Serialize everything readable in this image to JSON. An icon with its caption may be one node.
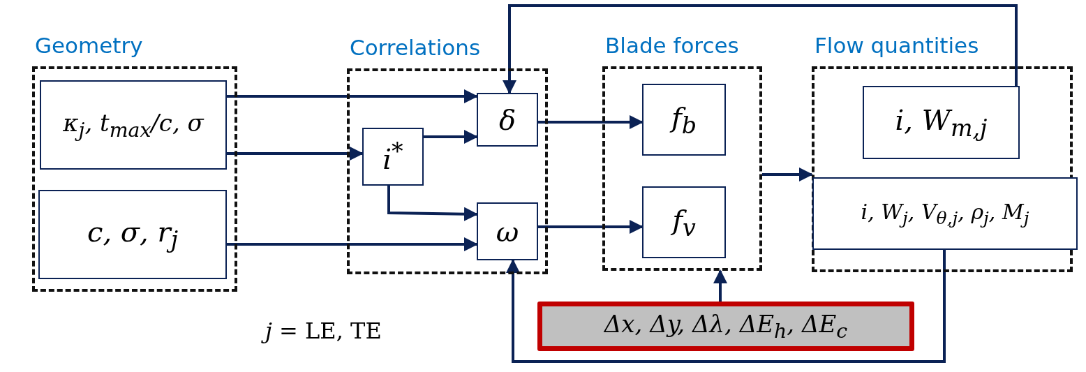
{
  "diagram": {
    "nodes": [
      {
        "text": [
          "Geometry"
        ]
      },
      {
        "text": [
          "κ$_{j}$, t$_{max}$/c, σ"
        ],
        "in": 0
      },
      {
        "text": [
          "c, σ, r$_{j}$"
        ],
        "in": 0
      },
      {
        "text": [
          "Correlations"
        ]
      },
      {
        "text": [
          "δ"
        ],
        "in": 3
      },
      {
        "text": [
          "i$^{*}$"
        ],
        "in": 3
      },
      {
        "text": [
          "ω"
        ],
        "in": 3
      },
      {
        "text": [
          "Blade forces"
        ]
      },
      {
        "text": [
          "f$_{b}$"
        ],
        "in": 7
      },
      {
        "text": [
          "f$_{v}$"
        ],
        "in": 7
      },
      {
        "text": [
          "Flow quantities"
        ]
      },
      {
        "text": [
          "i, W$_{m,j}$"
        ],
        "in": 10
      },
      {
        "text": [
          "i, W$_{j}$, V$_{θ,j}$, ρ$_{j}$, M$_{j}$"
        ],
        "in": 10
      },
      {
        "text": [
          "Δx, Δy, Δλ, ΔE$_{h}$, ΔE$_{c}$"
        ]
      }
    ],
    "edges": [
      {
        "from": 1,
        "to": 4,
        "arrow": "to"
      },
      {
        "from": 1,
        "to": 5,
        "arrow": "to"
      },
      {
        "from": 2,
        "to": 6,
        "arrow": "to"
      },
      {
        "from": 5,
        "to": 4,
        "arrow": "to"
      },
      {
        "from": 5,
        "to": 6,
        "arrow": "to"
      },
      {
        "from": 4,
        "to": 8,
        "arrow": "to"
      },
      {
        "from": 6,
        "to": 9,
        "arrow": "to"
      },
      {
        "from": 7,
        "to": 10,
        "arrow": "to"
      },
      {
        "from": 11,
        "to": 4,
        "arrow": "to"
      },
      {
        "from": 12,
        "to": 6,
        "arrow": "to"
      },
      {
        "from": 13,
        "to": 7,
        "arrow": "to"
      }
    ],
    "labels": [
      "*j* = LE, TE"
    ]
  }
}
